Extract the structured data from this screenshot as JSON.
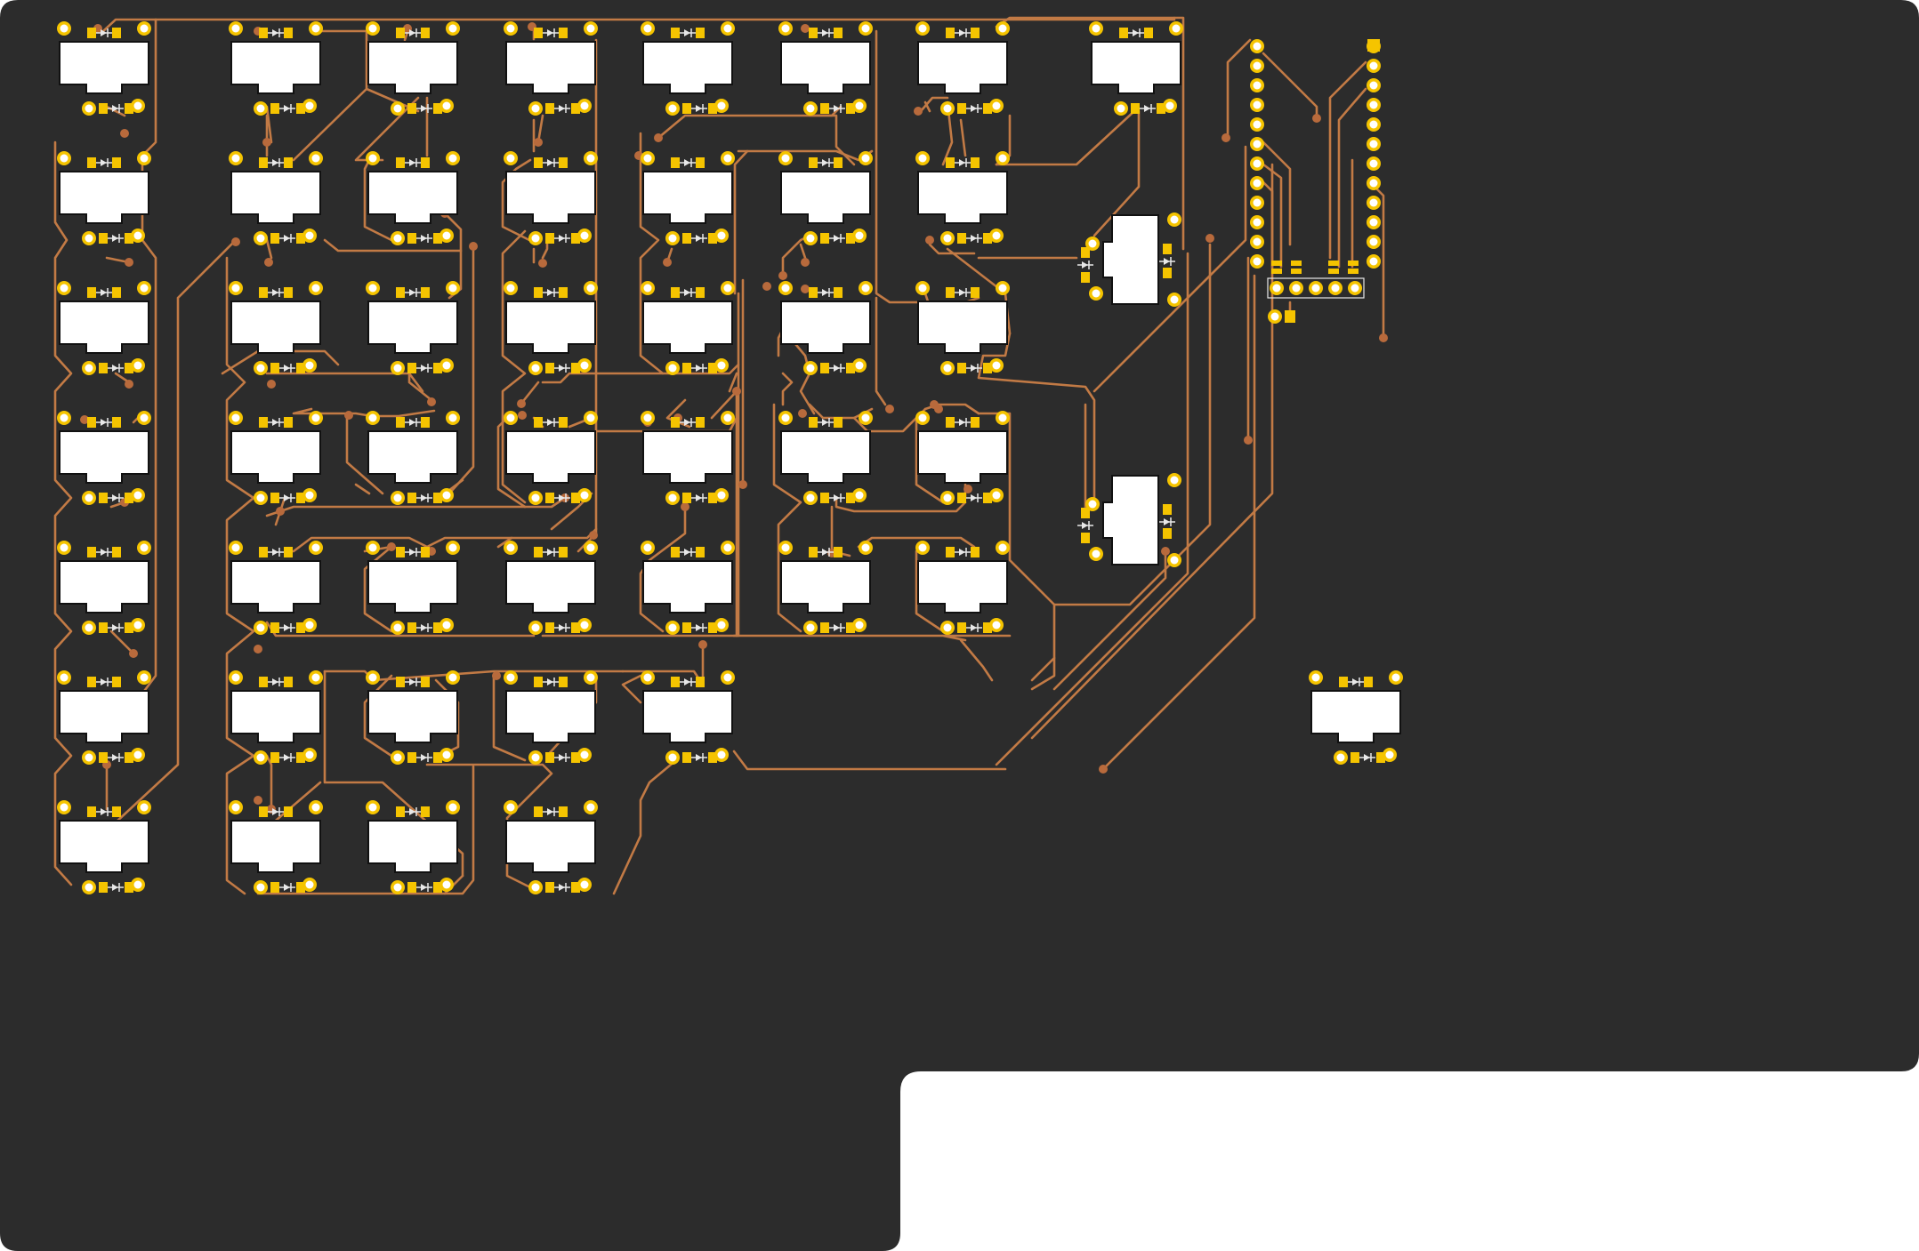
{
  "colors": {
    "background": "#ffffff",
    "board": "#2c2c2c",
    "trace": "#c27a45",
    "via": "#b86a3c",
    "pad_ring": "#f5c400",
    "pad_hole": "#ffffff",
    "smd_pad": "#f5c400",
    "cutout": "#ffffff",
    "cutout_edge": "#111111",
    "silkscreen": "#e8e8e8"
  },
  "board": {
    "footprint_rows": [
      7,
      7,
      7,
      7,
      7,
      7,
      5,
      4
    ],
    "total_switch_footprints": 50,
    "microcontroller_pins_per_side": 12,
    "header_pins": 5
  },
  "icons": [
    "diode-symbol-icon",
    "through-hole-pad-icon",
    "smd-pad-icon",
    "via-icon"
  ]
}
